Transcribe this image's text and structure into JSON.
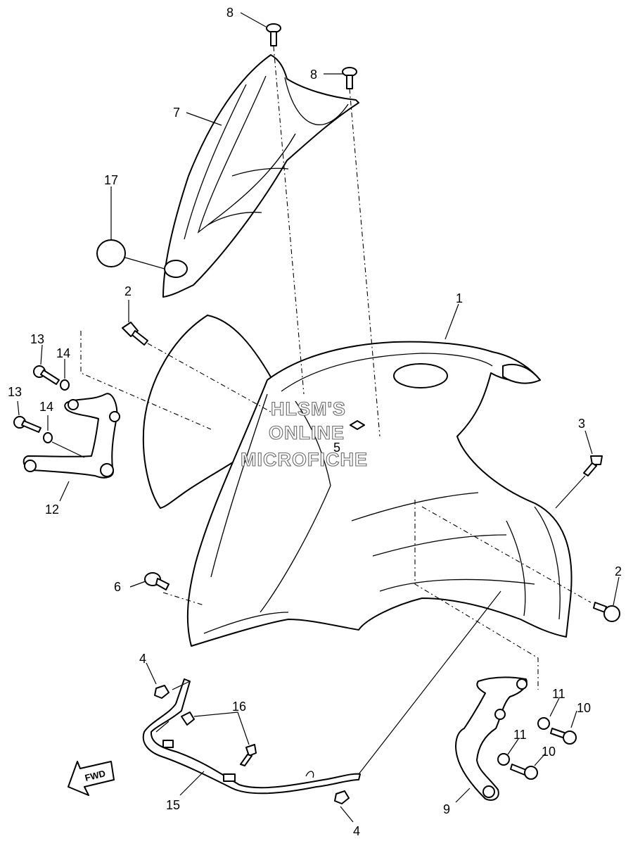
{
  "callouts": {
    "c1": "1",
    "c2a": "2",
    "c2b": "2",
    "c3": "3",
    "c4a": "4",
    "c4b": "4",
    "c5": "5",
    "c6": "6",
    "c7": "7",
    "c8a": "8",
    "c8b": "8",
    "c9": "9",
    "c10a": "10",
    "c10b": "10",
    "c11a": "11",
    "c11b": "11",
    "c12": "12",
    "c13a": "13",
    "c13b": "13",
    "c14a": "14",
    "c14b": "14",
    "c15": "15",
    "c16": "16",
    "c17": "17"
  },
  "watermark": {
    "line1": "HLSM'S",
    "line2": "ONLINE",
    "line3": "MICROFICHE"
  },
  "fwd_label": "FWD"
}
